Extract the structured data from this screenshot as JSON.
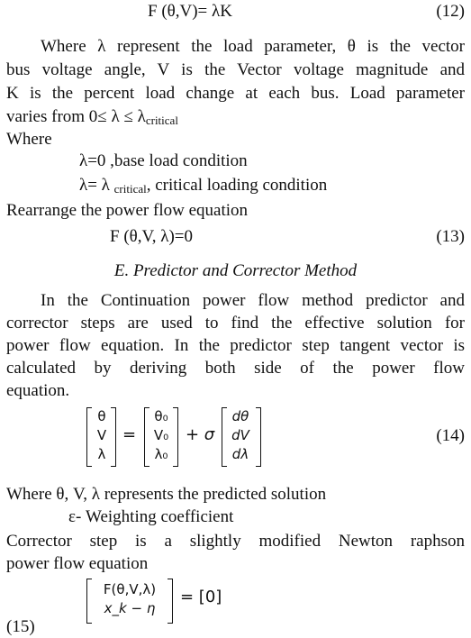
{
  "eq12": {
    "text": "F (θ,V)= λK",
    "num": "(12)"
  },
  "p1": [
    "Where λ represent the load parameter, θ is the vector",
    "bus voltage angle, V is the Vector voltage magnitude and",
    "K is the percent load change at each bus. Load parameter",
    "varies from  0≤  λ ≤ λ"
  ],
  "p1_sub": "critical",
  "where1": "Where",
  "cond1": "λ=0 ,base load condition",
  "cond2_a": "λ= λ",
  "cond2_sub": "critical",
  "cond2_b": ", critical loading condition",
  "rearrange": "Rearrange the power flow equation",
  "eq13": {
    "text": "F (θ,V, λ)=0",
    "num": "(13)"
  },
  "section_heading": "E.   Predictor and Corrector Method",
  "p2": [
    "In the Continuation power flow method predictor and",
    "corrector steps are used to find the effective solution for",
    "power flow equation. In the predictor step tangent vector is",
    "calculated by deriving both side of the power flow",
    "equation."
  ],
  "eq14": {
    "left": [
      "θ",
      "V",
      "λ"
    ],
    "mid": [
      "θ₀",
      "V₀",
      "λ₀"
    ],
    "right": [
      "dθ",
      "dV",
      "dλ"
    ],
    "equals": "=",
    "plus_sigma": "+ σ",
    "num": "(14)"
  },
  "where2": "Where   θ, V, λ represents the predicted solution",
  "weight": "ε- Weighting coefficient",
  "corrector": [
    "Corrector step is a slightly modified Newton raphson",
    "power flow equation"
  ],
  "eq15": {
    "top": "F(θ,V,λ)",
    "bottom": "x_k − η",
    "rhs": "= [0]",
    "num": "(15)"
  }
}
